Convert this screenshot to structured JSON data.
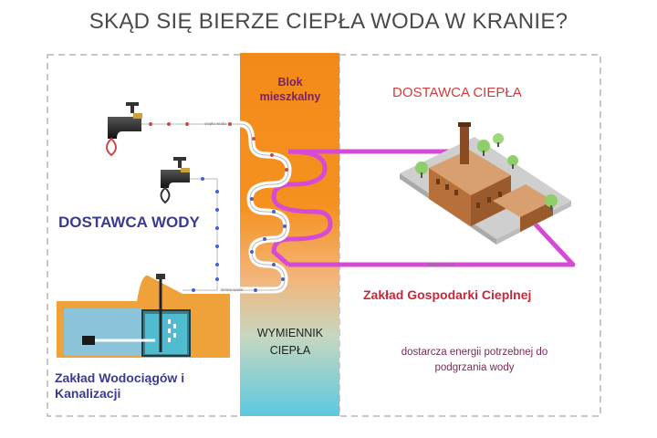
{
  "title": "SKĄD SIĘ BIERZE CIEPŁA WODA W KRANIE?",
  "building_block": {
    "line1": "Blok",
    "line2": "mieszkalny"
  },
  "heat_exchanger": {
    "line1": "WYMIENNIK",
    "line2": "CIEPŁA"
  },
  "heat_supplier": "DOSTAWCA CIEPŁA",
  "water_supplier": "DOSTAWCA WODY",
  "heating_plant": {
    "name": "Zakład Gospodarki Cieplnej",
    "description": "dostarcza energii potrzebnej do podgrzania wody"
  },
  "waterworks": {
    "line1": "Zakład Wodociągów i",
    "line2": "Kanalizacji"
  },
  "pipe_labels": {
    "hot_water": "ciepła woda",
    "cold_water": "zimna woda",
    "district_heat": "ciepło sieciowe"
  },
  "colors": {
    "district_pipe": "#d64bd6",
    "block_top": "#f28a1a",
    "block_bottom": "#5cc8e0",
    "hot_water_dots": "#c94a4a",
    "cold_water_dots": "#4a5fc9"
  }
}
